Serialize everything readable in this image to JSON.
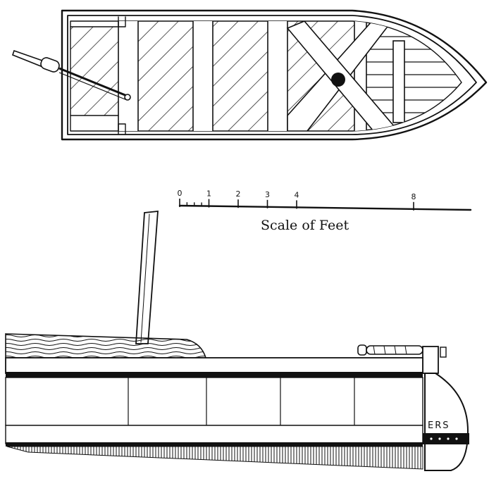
{
  "scale": {
    "caption": "Scale of Feet",
    "ticks": [
      {
        "value": 0,
        "label": "0"
      },
      {
        "value": 1,
        "label": "1"
      },
      {
        "value": 2,
        "label": "2"
      },
      {
        "value": 3,
        "label": "3"
      },
      {
        "value": 4,
        "label": "4"
      },
      {
        "value": 8,
        "label": "8"
      }
    ]
  },
  "signature": {
    "initials": "ERS"
  }
}
